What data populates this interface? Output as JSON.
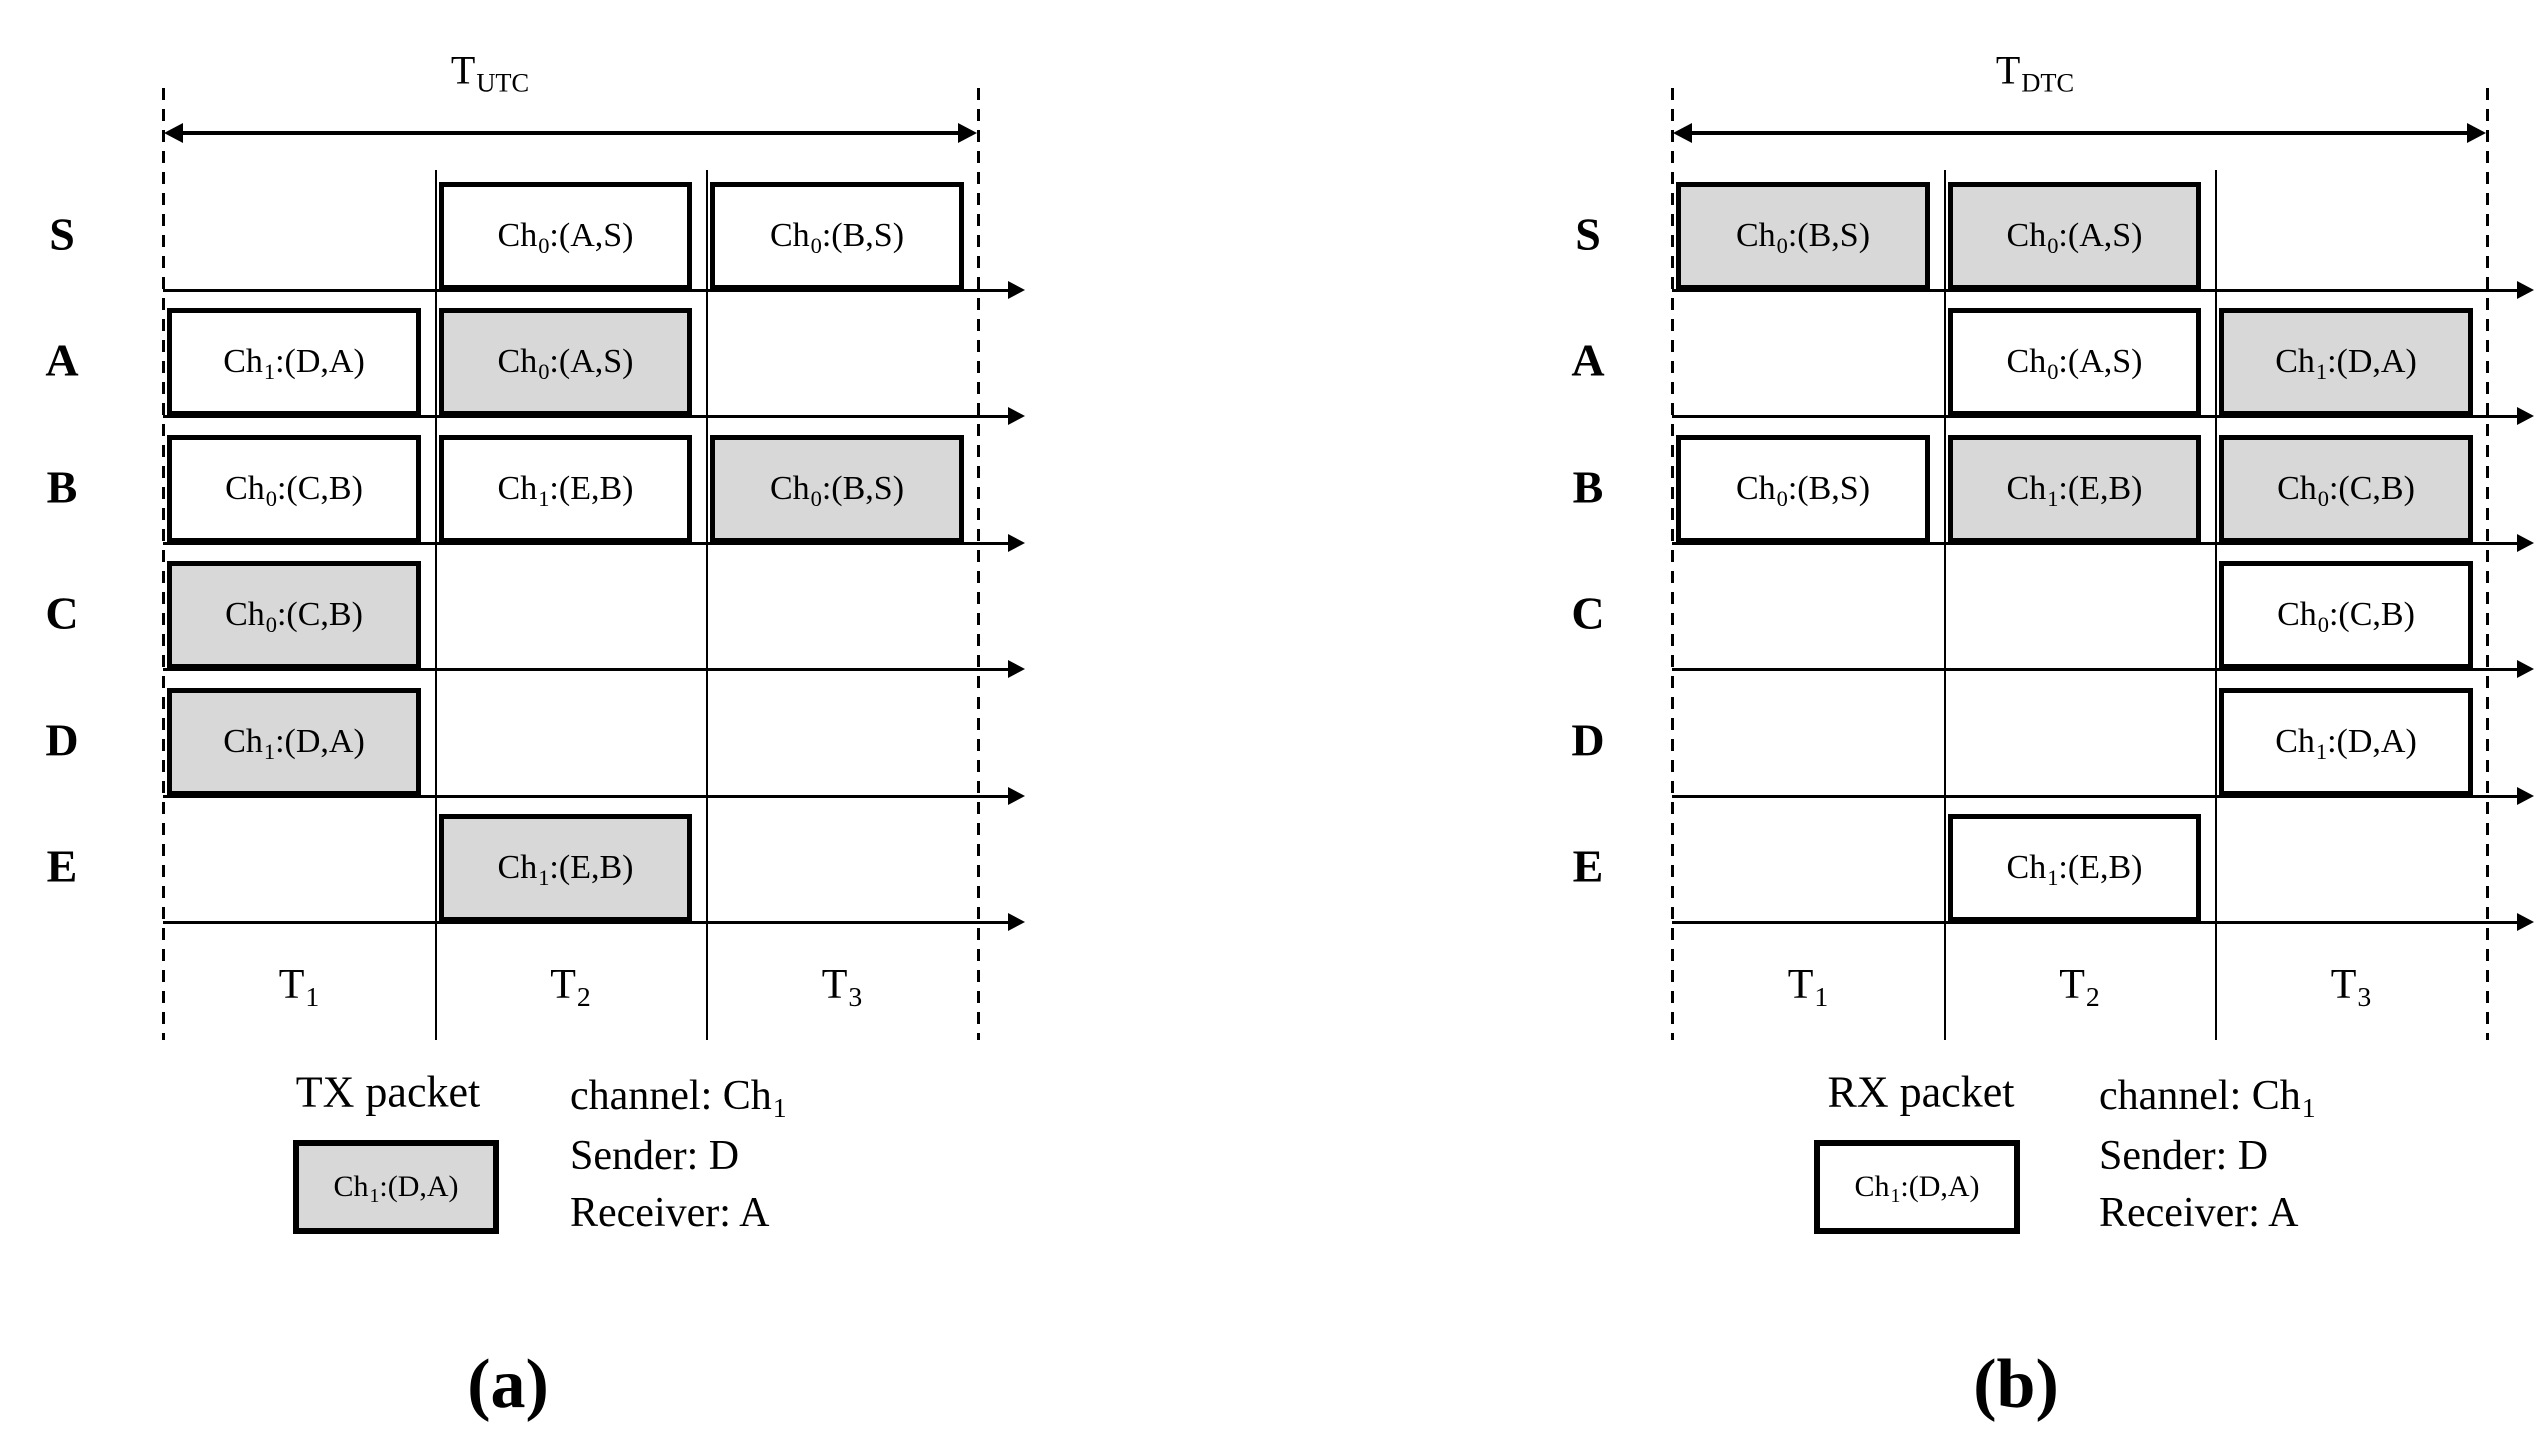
{
  "figure": {
    "background": "#ffffff",
    "colors": {
      "ink": "#000000",
      "packet_gray": "#d8d8d8",
      "packet_white": "#ffffff"
    },
    "diagrams": [
      {
        "caption": "(a)",
        "period_label": {
          "t": "T",
          "s": "UTC",
          "a": ""
        },
        "rows": [
          "S",
          "A",
          "B",
          "C",
          "D",
          "E"
        ],
        "slots": [
          {
            "t": "T",
            "s": "1",
            "a": ""
          },
          {
            "t": "T",
            "s": "2",
            "a": ""
          },
          {
            "t": "T",
            "s": "3",
            "a": ""
          }
        ],
        "packets": [
          {
            "row": "S",
            "slot": 2,
            "fill": "white",
            "label": {
              "t": "Ch",
              "s": "0",
              "a": ":(A,S)"
            }
          },
          {
            "row": "S",
            "slot": 3,
            "fill": "white",
            "label": {
              "t": "Ch",
              "s": "0",
              "a": ":(B,S)"
            }
          },
          {
            "row": "A",
            "slot": 1,
            "fill": "white",
            "label": {
              "t": "Ch",
              "s": "1",
              "a": ":(D,A)"
            }
          },
          {
            "row": "A",
            "slot": 2,
            "fill": "gray",
            "label": {
              "t": "Ch",
              "s": "0",
              "a": ":(A,S)"
            }
          },
          {
            "row": "B",
            "slot": 1,
            "fill": "white",
            "label": {
              "t": "Ch",
              "s": "0",
              "a": ":(C,B)"
            }
          },
          {
            "row": "B",
            "slot": 2,
            "fill": "white",
            "label": {
              "t": "Ch",
              "s": "1",
              "a": ":(E,B)"
            }
          },
          {
            "row": "B",
            "slot": 3,
            "fill": "gray",
            "label": {
              "t": "Ch",
              "s": "0",
              "a": ":(B,S)"
            }
          },
          {
            "row": "C",
            "slot": 1,
            "fill": "gray",
            "label": {
              "t": "Ch",
              "s": "0",
              "a": ":(C,B)"
            }
          },
          {
            "row": "D",
            "slot": 1,
            "fill": "gray",
            "label": {
              "t": "Ch",
              "s": "1",
              "a": ":(D,A)"
            }
          },
          {
            "row": "E",
            "slot": 2,
            "fill": "gray",
            "label": {
              "t": "Ch",
              "s": "1",
              "a": ":(E,B)"
            }
          }
        ],
        "legend": {
          "packet_kind": "TX packet",
          "sample": {
            "fill": "gray",
            "label": {
              "t": "Ch",
              "s": "1",
              "a": ":(D,A)"
            }
          },
          "lines": [
            {
              "t": "channel: Ch",
              "s": "1",
              "a": ""
            },
            {
              "t": "Sender: D",
              "s": "",
              "a": ""
            },
            {
              "t": "Receiver: A",
              "s": "",
              "a": ""
            }
          ]
        }
      },
      {
        "caption": "(b)",
        "period_label": {
          "t": "T",
          "s": "DTC",
          "a": ""
        },
        "rows": [
          "S",
          "A",
          "B",
          "C",
          "D",
          "E"
        ],
        "slots": [
          {
            "t": "T",
            "s": "1",
            "a": ""
          },
          {
            "t": "T",
            "s": "2",
            "a": ""
          },
          {
            "t": "T",
            "s": "3",
            "a": ""
          }
        ],
        "packets": [
          {
            "row": "S",
            "slot": 1,
            "fill": "gray",
            "label": {
              "t": "Ch",
              "s": "0",
              "a": ":(B,S)"
            }
          },
          {
            "row": "S",
            "slot": 2,
            "fill": "gray",
            "label": {
              "t": "Ch",
              "s": "0",
              "a": ":(A,S)"
            }
          },
          {
            "row": "A",
            "slot": 2,
            "fill": "white",
            "label": {
              "t": "Ch",
              "s": "0",
              "a": ":(A,S)"
            }
          },
          {
            "row": "A",
            "slot": 3,
            "fill": "gray",
            "label": {
              "t": "Ch",
              "s": "1",
              "a": ":(D,A)"
            }
          },
          {
            "row": "B",
            "slot": 1,
            "fill": "white",
            "label": {
              "t": "Ch",
              "s": "0",
              "a": ":(B,S)"
            }
          },
          {
            "row": "B",
            "slot": 2,
            "fill": "gray",
            "label": {
              "t": "Ch",
              "s": "1",
              "a": ":(E,B)"
            }
          },
          {
            "row": "B",
            "slot": 3,
            "fill": "gray",
            "label": {
              "t": "Ch",
              "s": "0",
              "a": ":(C,B)"
            }
          },
          {
            "row": "C",
            "slot": 3,
            "fill": "white",
            "label": {
              "t": "Ch",
              "s": "0",
              "a": ":(C,B)"
            }
          },
          {
            "row": "D",
            "slot": 3,
            "fill": "white",
            "label": {
              "t": "Ch",
              "s": "1",
              "a": ":(D,A)"
            }
          },
          {
            "row": "E",
            "slot": 2,
            "fill": "white",
            "label": {
              "t": "Ch",
              "s": "1",
              "a": ":(E,B)"
            }
          }
        ],
        "legend": {
          "packet_kind": "RX packet",
          "sample": {
            "fill": "white",
            "label": {
              "t": "Ch",
              "s": "1",
              "a": ":(D,A)"
            }
          },
          "lines": [
            {
              "t": "channel: Ch",
              "s": "1",
              "a": ""
            },
            {
              "t": "Sender: D",
              "s": "",
              "a": ""
            },
            {
              "t": "Receiver: A",
              "s": "",
              "a": ""
            }
          ]
        }
      }
    ]
  }
}
